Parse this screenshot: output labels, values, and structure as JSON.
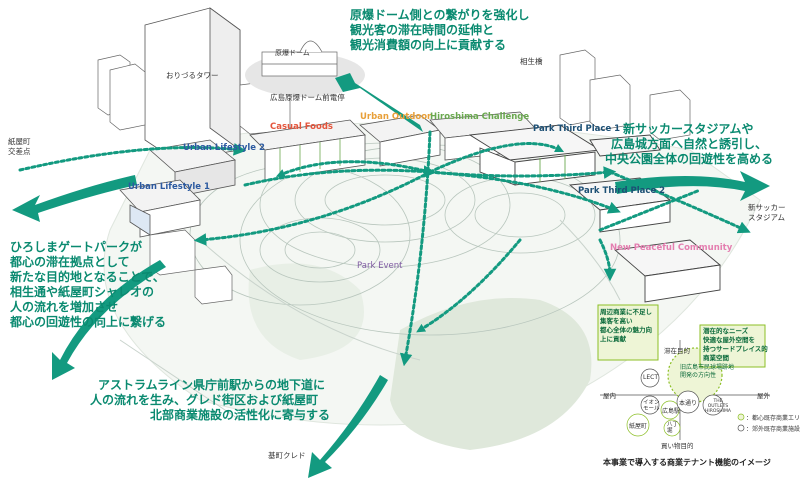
{
  "messages": {
    "top": [
      "原爆ドーム側との繋がりを強化し",
      "観光客の滞在時間の延伸と",
      "観光消費額の向上に貢献する"
    ],
    "right": [
      "新サッカースタジアムや",
      "広島城方面へ自然と誘引し、",
      "中央公園全体の回遊性を高める"
    ],
    "left": [
      "ひろしまゲートパークが",
      "都心の滞在拠点として",
      "新たな目的地となることで、",
      "相生通や紙屋町シャレオの",
      "人の流れを増加させ",
      "都心の回遊性の向上に繋げる"
    ],
    "bottom": [
      "アストラムライン県庁前駅からの地下道に",
      "人の流れを生み、グレド街区および紙屋町",
      "北部商業施設の活性化に寄与する"
    ]
  },
  "places": {
    "tower": "おりづるタワー",
    "dome_sign": "原爆ドーム",
    "station": "広島原爆ドーム前電停",
    "bridge": "相生橋",
    "kamiyacho": [
      "紙屋町",
      "交差点"
    ],
    "stadium": [
      "新サッカー",
      "スタジアム"
    ],
    "kured": "基町クレド"
  },
  "zones": {
    "casual_foods": "Casual Foods",
    "urban_outdoor": "Urban Outdoor",
    "hiroshima_challenge": "Hiroshima Challenge",
    "urban_lifestyle_2": "Urban Lifestyle 2",
    "urban_lifestyle_1": "Urban Lifestyle 1",
    "park_third_place_1": "Park Third Place 1",
    "park_third_place_2": "Park Third Place 2",
    "new_peaceful_community": "New Peaceful Community",
    "park_event": "Park Event"
  },
  "inset": {
    "note_left": [
      "周辺商業に不足し",
      "集客を高い",
      "都心全体の魅力向",
      "上に貢献"
    ],
    "note_right": [
      "潜在的なニーズ",
      "快適な屋外空間を",
      "持つサードプレイス的",
      "商業空間"
    ],
    "axis_top": "滞在目的",
    "axis_bottom": "買い物目的",
    "axis_left": "屋内",
    "axis_right": "屋外",
    "center": [
      "旧広島市民球場跡地",
      "開発の方向性"
    ],
    "lect": "LECT",
    "aeon": [
      "イオン",
      "モール"
    ],
    "hondori": "本通り",
    "outlets": [
      "THE",
      "OUTLETS",
      "HIROSHIMA"
    ],
    "kamiyacho_area": "紙屋町",
    "hiroshima_st": "広島駅",
    "hacchobori": [
      "八丁",
      "堀"
    ],
    "legend": [
      "：都心既存商業エリア",
      "：郊外既存商業施設"
    ],
    "caption": "本事業で導入する商業テナント機能のイメージ"
  },
  "colors": {
    "arrow": "#139a80",
    "casual_foods": "#e4553c",
    "urban_outdoor": "#e8a03a",
    "hiroshima_challenge": "#6aa84f",
    "urban_lifestyle": "#2c5aa0",
    "park_third_place": "#1c4f74",
    "new_peaceful_community": "#e47fb0",
    "park_event": "#7f5aa2"
  }
}
